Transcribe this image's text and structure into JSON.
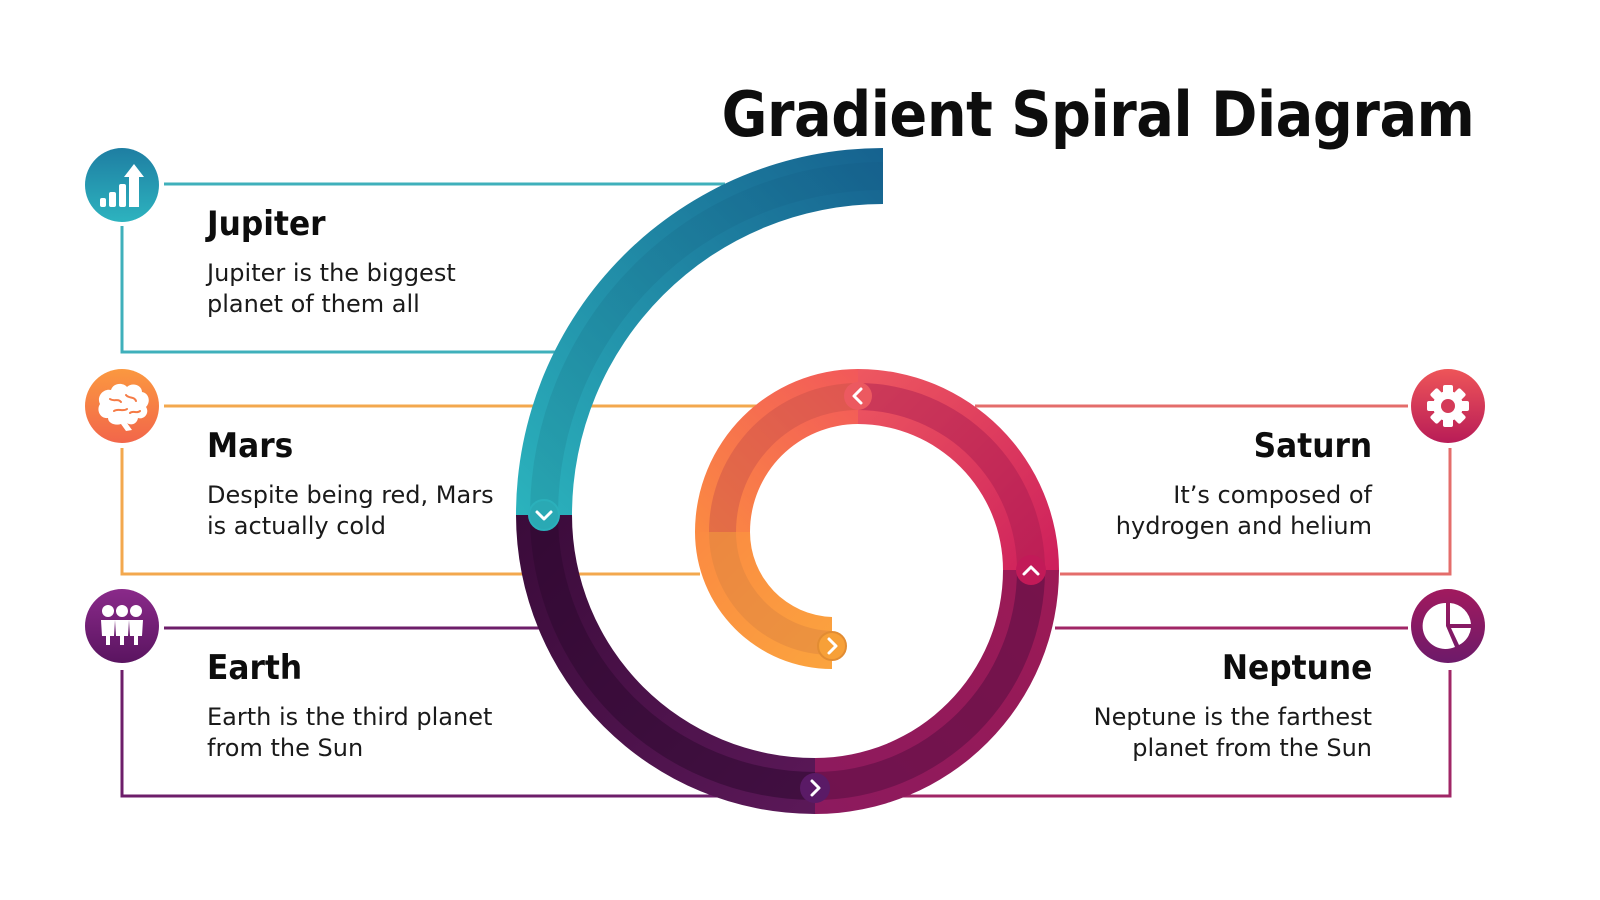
{
  "title": "Gradient Spiral Diagram",
  "colors": {
    "teal": "#2aa9b8",
    "teal_dark": "#156c93",
    "orange": "#f7a240",
    "coral": "#f25a55",
    "crimson": "#d8295a",
    "magenta": "#8e1a5f",
    "purple": "#4c1249"
  },
  "items": [
    {
      "name": "Jupiter",
      "description_line1": "Jupiter is the biggest",
      "description_line2": "planet of them all",
      "icon": "chart-growth-icon",
      "color": "#2aa9b8",
      "side": "left"
    },
    {
      "name": "Mars",
      "description_line1": "Despite being red, Mars",
      "description_line2": "is actually cold",
      "icon": "brain-icon",
      "color": "#f3a44a",
      "side": "left"
    },
    {
      "name": "Earth",
      "description_line1": "Earth is the third planet",
      "description_line2": "from the Sun",
      "icon": "team-icon",
      "color": "#6e1c6b",
      "side": "left"
    },
    {
      "name": "Saturn",
      "description_line1": "It’s composed of",
      "description_line2": "hydrogen and helium",
      "icon": "gear-icon",
      "color": "#e46a6a",
      "side": "right"
    },
    {
      "name": "Neptune",
      "description_line1": "Neptune is the farthest",
      "description_line2": "planet from the Sun",
      "icon": "pie-chart-icon",
      "color": "#9b2366",
      "side": "right"
    }
  ],
  "spiral_markers": [
    {
      "direction": "down",
      "glyph": "chevron-down"
    },
    {
      "direction": "right",
      "glyph": "chevron-right"
    },
    {
      "direction": "up",
      "glyph": "chevron-up"
    },
    {
      "direction": "left",
      "glyph": "chevron-left"
    },
    {
      "direction": "right",
      "glyph": "chevron-right"
    }
  ]
}
